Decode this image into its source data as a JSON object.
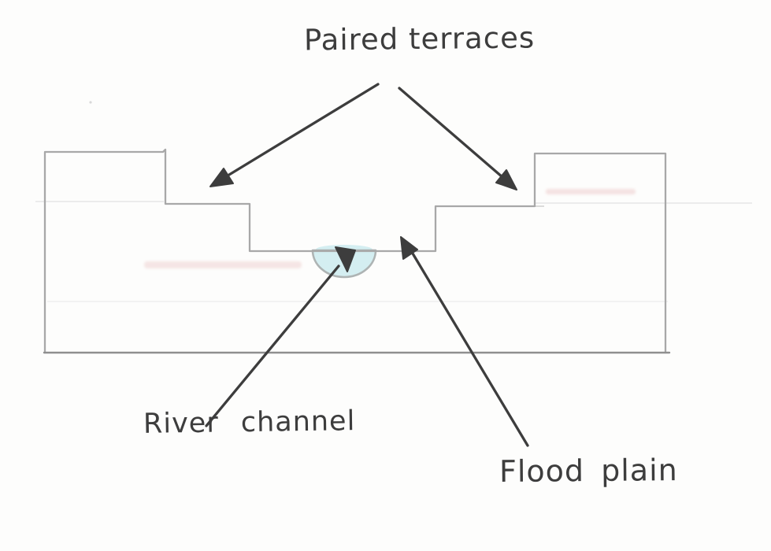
{
  "labels": {
    "paired_terraces": "Paired terraces",
    "river_channel": "River channel",
    "flood_plain": "Flood plain"
  },
  "colors": {
    "ink": "#3d3d3d",
    "pencil": "#a8a8a8",
    "pencil_dark": "#8f8f8f",
    "water_fill": "#d4eef1",
    "water_stroke": "#aeb4b4",
    "artifact_gray": "#e7e7e7",
    "paper": "#fdfdfc"
  },
  "figure": {
    "kind": "hand-drawn valley cross-section",
    "annotations": [
      {
        "label": "Paired terraces",
        "arrows": 2
      },
      {
        "label": "River channel",
        "arrows": 1
      },
      {
        "label": "Flood plain",
        "arrows": 1
      }
    ]
  }
}
